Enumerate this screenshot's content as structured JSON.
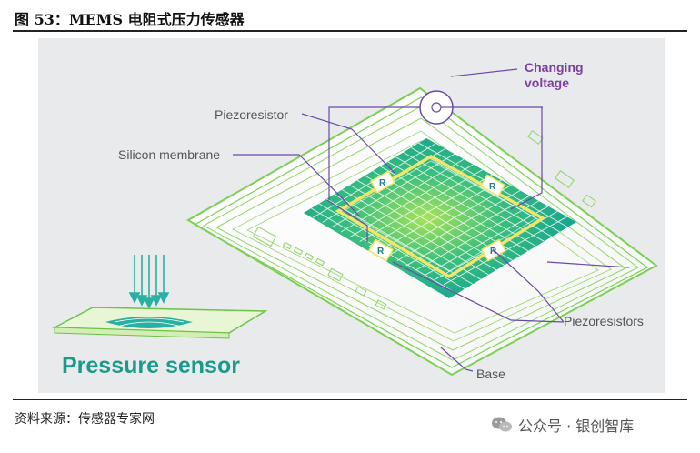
{
  "figure": {
    "title": "图 53：MEMS 电阻式压力传感器",
    "source": "资料来源：传感器专家网",
    "brand": "公众号 · 银创智库"
  },
  "diagram": {
    "labels": {
      "changing_voltage_line1": "Changing",
      "changing_voltage_line2": "voltage",
      "piezoresistor": "Piezoresistor",
      "silicon_membrane": "Silicon membrane",
      "piezoresistors": "Piezoresistors",
      "base": "Base",
      "pressure_sensor": "Pressure sensor",
      "resistor_mark": "R"
    },
    "colors": {
      "panel_bg": "#e9eaec",
      "base_green": "#6cc24a",
      "membrane_teal": "#16a898",
      "membrane_center": "#9be05a",
      "resistor_yellow": "#f1e56a",
      "leader_purple": "#6a4aa8",
      "label_gray": "#555555",
      "accent_purple": "#7a3fa0",
      "pressure_teal": "#1a9a8a"
    },
    "icons": [
      "pressure-arrow-icon",
      "voltage-meter-icon",
      "wechat-icon"
    ]
  }
}
